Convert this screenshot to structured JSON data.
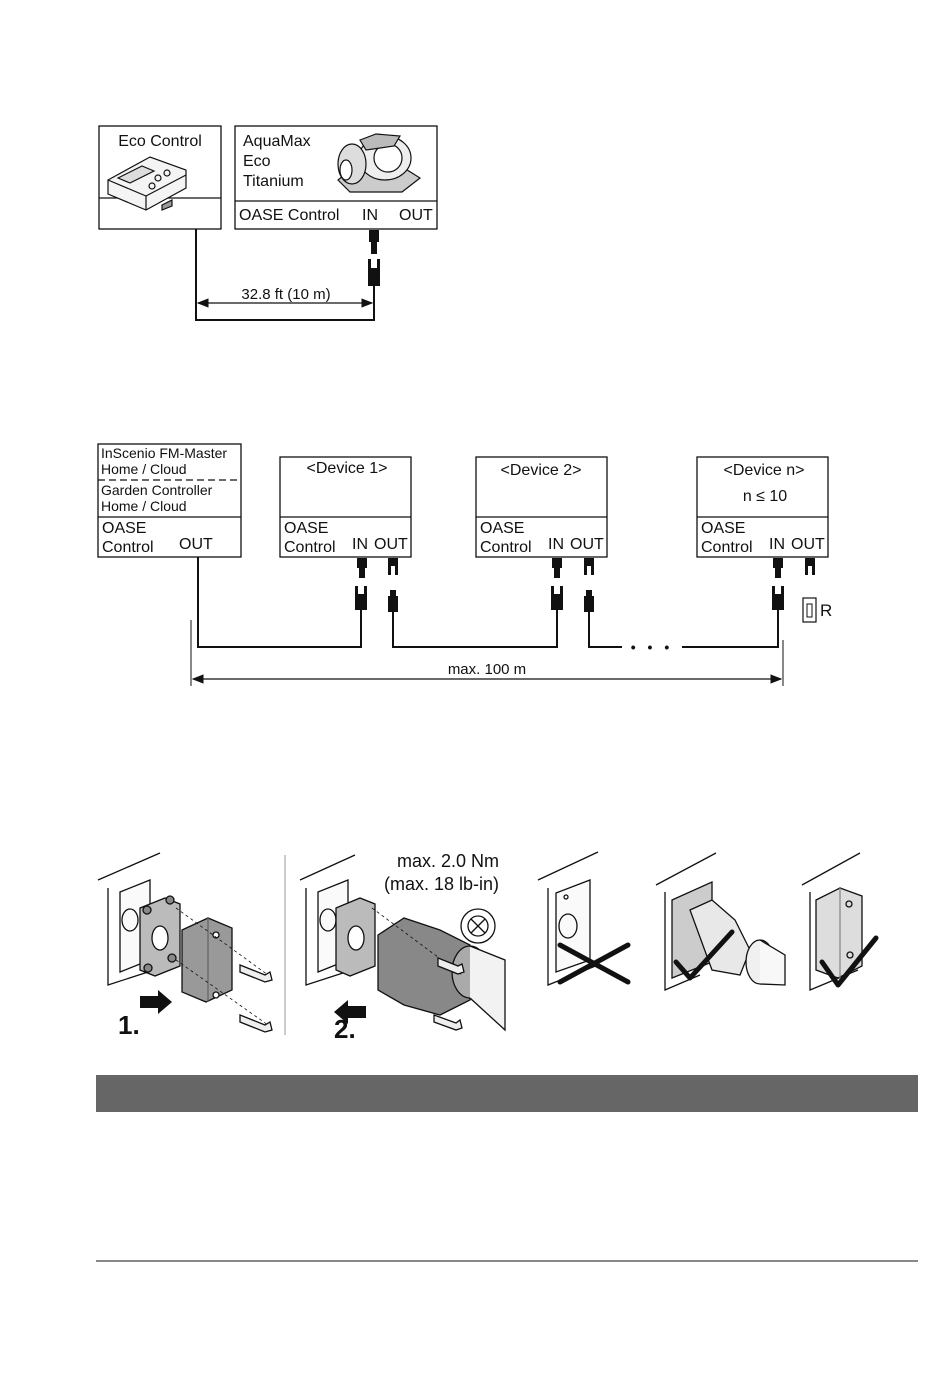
{
  "diagram1": {
    "eco_control_label": "Eco Control",
    "pump_name_lines": [
      "AquaMax",
      "Eco",
      "Titanium"
    ],
    "pump_port_row": {
      "control": "OASE Control",
      "in": "IN",
      "out": "OUT"
    },
    "distance_label": "32.8 ft (10 m)"
  },
  "diagram2": {
    "master_lines": [
      "InScenio FM-Master",
      "Home / Cloud"
    ],
    "garden_lines": [
      "Garden Controller",
      "Home / Cloud"
    ],
    "master_control_lines": [
      "OASE",
      "Control"
    ],
    "master_out": "OUT",
    "devices": [
      {
        "name": "<Device 1>",
        "note": "",
        "control_lines": [
          "OASE",
          "Control"
        ],
        "in": "IN",
        "out": "OUT"
      },
      {
        "name": "<Device 2>",
        "note": "",
        "control_lines": [
          "OASE",
          "Control"
        ],
        "in": "IN",
        "out": "OUT"
      },
      {
        "name": "<Device n>",
        "note": "n ≤ 10",
        "control_lines": [
          "OASE",
          "Control"
        ],
        "in": "IN",
        "out": "OUT"
      }
    ],
    "terminator_label": "R",
    "max_length_label": "max. 100 m",
    "ellipsis": "• • •"
  },
  "diagram3": {
    "step1_label": "1.",
    "step2_label": "2.",
    "torque_lines": [
      "max. 2.0 Nm",
      "(max. 18 lb-in)"
    ]
  }
}
